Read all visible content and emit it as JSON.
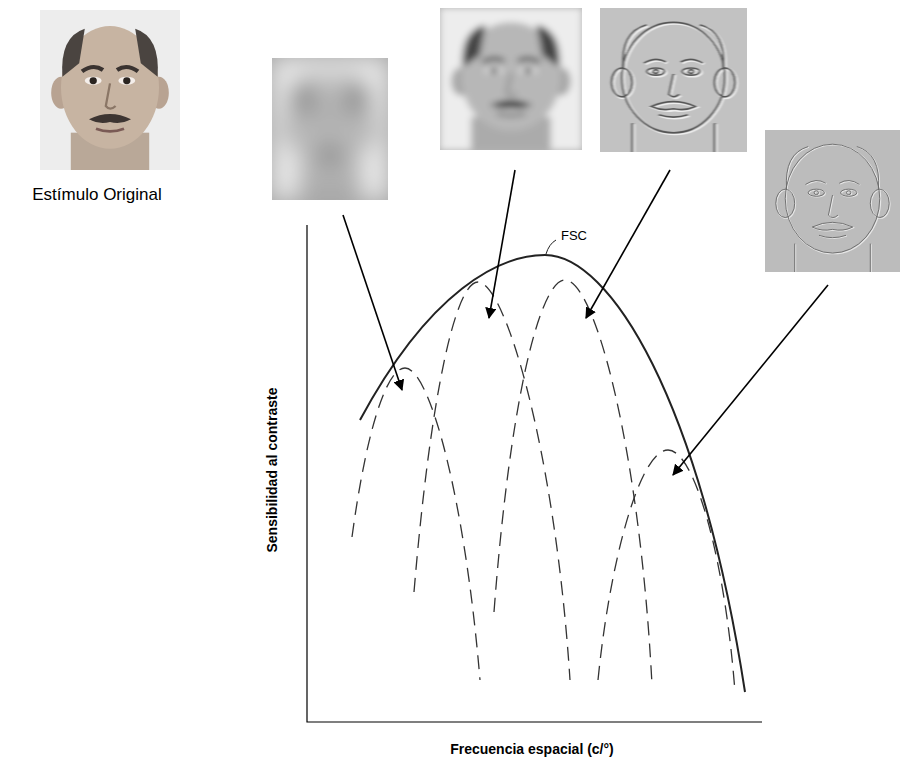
{
  "diagram": {
    "labels": [
      "Estímulo Original",
      "FSC",
      "Sensibilidad al contraste",
      "Frecuencia espacial (c/°)"
    ]
  }
}
